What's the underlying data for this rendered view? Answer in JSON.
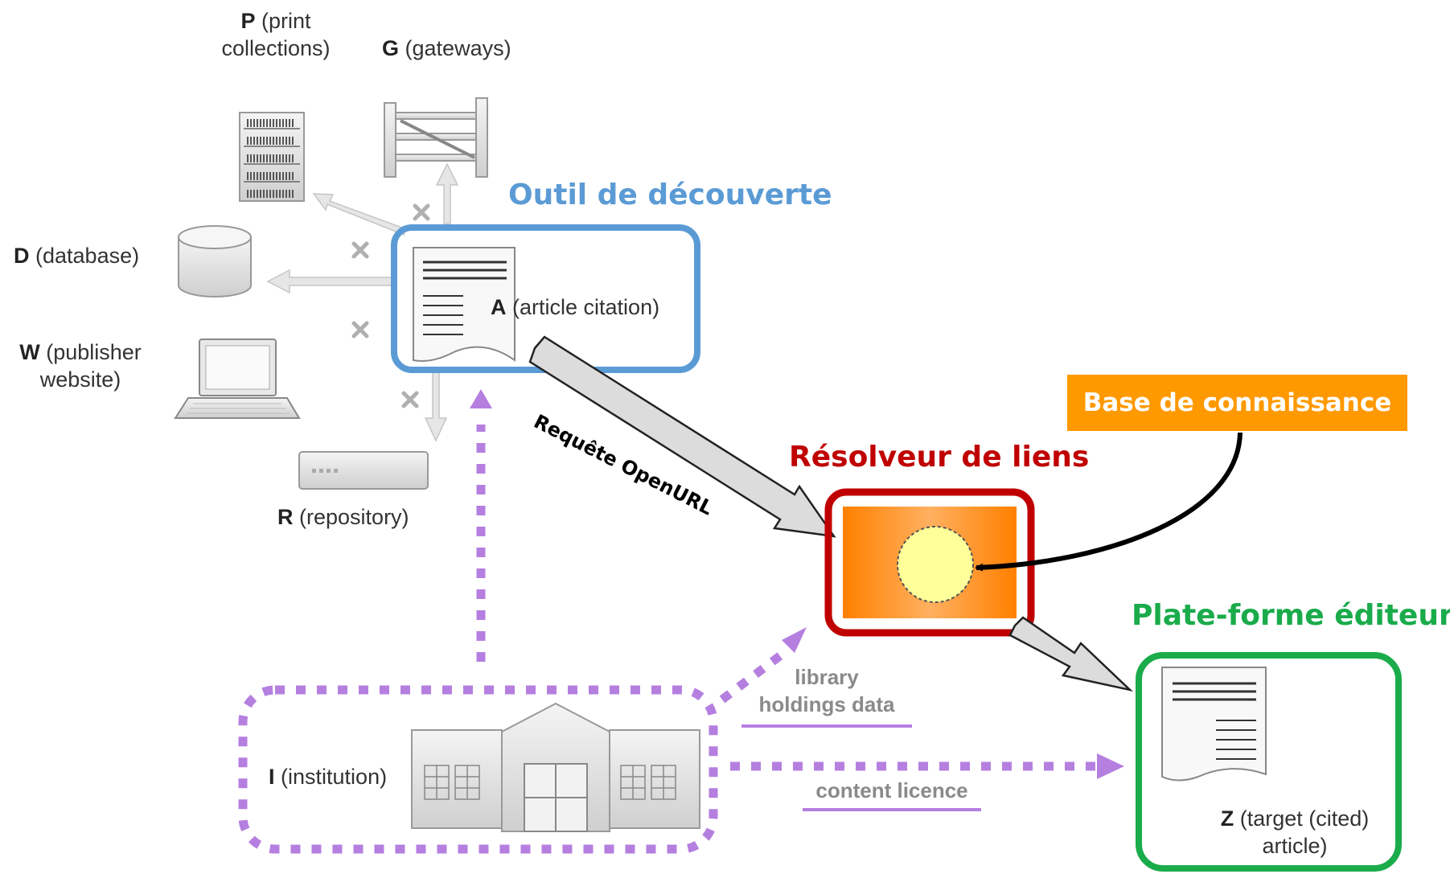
{
  "nodes": {
    "P": {
      "letter": "P",
      "line1": "(print",
      "line2": "collections)"
    },
    "G": {
      "letter": "G",
      "text": "(gateways)"
    },
    "D": {
      "letter": "D",
      "text": "(database)"
    },
    "W": {
      "letter": "W",
      "line1": "(publisher",
      "line2": "website)"
    },
    "R": {
      "letter": "R",
      "text": "(repository)"
    },
    "A": {
      "letter": "A",
      "text": "(article citation)"
    },
    "I": {
      "letter": "I",
      "text": "(institution)"
    },
    "Z": {
      "letter": "Z",
      "line1": "(target (cited)",
      "line2": "article)"
    }
  },
  "titles": {
    "discovery": "Outil de découverte",
    "resolver": "Résolveur de liens",
    "publisher": "Plate-forme éditeur",
    "knowledge_base": "Base de connaissance"
  },
  "edges": {
    "request": "Requête OpenURL",
    "holdings_line1": "library",
    "holdings_line2": "holdings data",
    "licence": "content licence"
  },
  "colors": {
    "discovery": "#5b9bd5",
    "resolver": "#c00000",
    "publisher": "#1aab4b",
    "knowledge_base": "#ff9900",
    "dotted": "#b57fe0"
  }
}
